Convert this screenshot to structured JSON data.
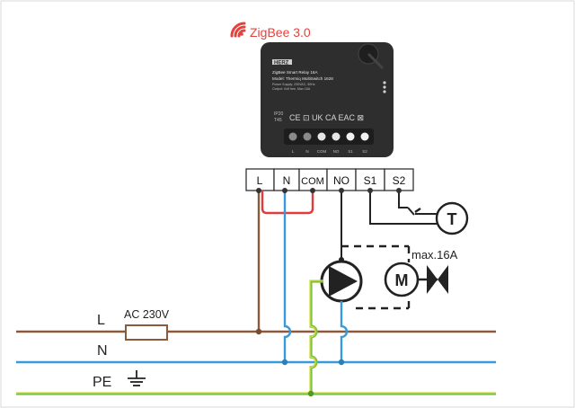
{
  "badge": {
    "label": "ZigBee 3.0"
  },
  "device": {
    "brand": "HERZ",
    "line1": "ZigBee Smart Relay 16A",
    "line2": "Model: Thermiq MultiSwitch 1628",
    "line3": "Power Supply: 230VAC, 50Hz",
    "line4": "Output: Volt free, Max 16A",
    "ip": "IP20",
    "temp": "T45",
    "marks": "CE ⊡ UK CA EAC ⊠",
    "port_labels": [
      "L",
      "N",
      "COM",
      "NO",
      "S1",
      "S2"
    ]
  },
  "terminals": [
    "L",
    "N",
    "COM",
    "NO",
    "S1",
    "S2"
  ],
  "labels": {
    "line_l": "L",
    "line_n": "N",
    "line_pe": "PE",
    "fuse": "AC 230V",
    "max": "max.16A",
    "thermostat": "T",
    "motor": "M"
  },
  "colors": {
    "live": "#8b5a3c",
    "neutral": "#3a9ad9",
    "bridge": "#e23b3b",
    "pe_green": "#7cc242",
    "pe_yellow": "#e6e040",
    "accent": "#e3423d",
    "device": "#2e2e2e"
  }
}
